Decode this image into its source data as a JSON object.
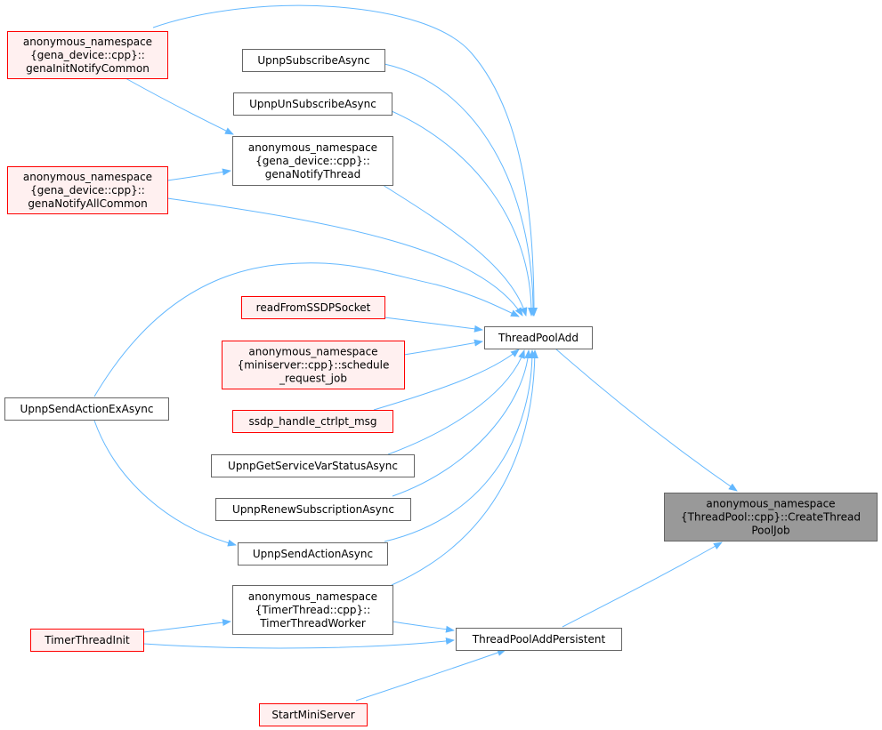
{
  "colors": {
    "edge": "#63b8ff",
    "node_border_normal": "#666666",
    "node_border_truncated": "#ff0000",
    "node_fill_truncated": "#fff0f0",
    "node_fill_target": "#999999",
    "node_fill_normal": "#ffffff"
  },
  "nodes": [
    {
      "id": "gena_init_notify_common",
      "lines": [
        "anonymous_namespace",
        "{gena_device::cpp}::",
        "genaInitNotifyCommon"
      ],
      "style": "truncated"
    },
    {
      "id": "upnp_subscribe_async",
      "lines": [
        "UpnpSubscribeAsync"
      ],
      "style": "normal"
    },
    {
      "id": "upnp_unsubscribe_async",
      "lines": [
        "UpnpUnSubscribeAsync"
      ],
      "style": "normal"
    },
    {
      "id": "gena_notify_thread",
      "lines": [
        "anonymous_namespace",
        "{gena_device::cpp}::",
        "genaNotifyThread"
      ],
      "style": "normal"
    },
    {
      "id": "gena_notify_all_common",
      "lines": [
        "anonymous_namespace",
        "{gena_device::cpp}::",
        "genaNotifyAllCommon"
      ],
      "style": "truncated"
    },
    {
      "id": "read_from_ssdp_socket",
      "lines": [
        "readFromSSDPSocket"
      ],
      "style": "truncated"
    },
    {
      "id": "schedule_request_job",
      "lines": [
        "anonymous_namespace",
        "{miniserver::cpp}::schedule",
        "_request_job"
      ],
      "style": "truncated"
    },
    {
      "id": "thread_pool_add",
      "lines": [
        "ThreadPoolAdd"
      ],
      "style": "normal"
    },
    {
      "id": "upnp_send_action_ex_async",
      "lines": [
        "UpnpSendActionExAsync"
      ],
      "style": "normal"
    },
    {
      "id": "ssdp_handle_ctrlpt_msg",
      "lines": [
        "ssdp_handle_ctrlpt_msg"
      ],
      "style": "truncated"
    },
    {
      "id": "upnp_get_service_var_status_async",
      "lines": [
        "UpnpGetServiceVarStatusAsync"
      ],
      "style": "normal"
    },
    {
      "id": "upnp_renew_subscription_async",
      "lines": [
        "UpnpRenewSubscriptionAsync"
      ],
      "style": "normal"
    },
    {
      "id": "create_thread_pool_job",
      "lines": [
        "anonymous_namespace",
        "{ThreadPool::cpp}::CreateThread",
        "PoolJob"
      ],
      "style": "target"
    },
    {
      "id": "upnp_send_action_async",
      "lines": [
        "UpnpSendActionAsync"
      ],
      "style": "normal"
    },
    {
      "id": "timer_thread_worker",
      "lines": [
        "anonymous_namespace",
        "{TimerThread::cpp}::",
        "TimerThreadWorker"
      ],
      "style": "normal"
    },
    {
      "id": "timer_thread_init",
      "lines": [
        "TimerThreadInit"
      ],
      "style": "truncated"
    },
    {
      "id": "thread_pool_add_persistent",
      "lines": [
        "ThreadPoolAddPersistent"
      ],
      "style": "normal"
    },
    {
      "id": "start_mini_server",
      "lines": [
        "StartMiniServer"
      ],
      "style": "truncated"
    }
  ],
  "edges": [
    {
      "from": "gena_init_notify_common",
      "to": "thread_pool_add"
    },
    {
      "from": "gena_init_notify_common",
      "to": "gena_notify_thread"
    },
    {
      "from": "upnp_subscribe_async",
      "to": "thread_pool_add"
    },
    {
      "from": "upnp_unsubscribe_async",
      "to": "thread_pool_add"
    },
    {
      "from": "gena_notify_thread",
      "to": "thread_pool_add"
    },
    {
      "from": "gena_notify_all_common",
      "to": "gena_notify_thread"
    },
    {
      "from": "gena_notify_all_common",
      "to": "thread_pool_add"
    },
    {
      "from": "upnp_send_action_ex_async",
      "to": "thread_pool_add"
    },
    {
      "from": "upnp_send_action_ex_async",
      "to": "upnp_send_action_async"
    },
    {
      "from": "read_from_ssdp_socket",
      "to": "thread_pool_add"
    },
    {
      "from": "schedule_request_job",
      "to": "thread_pool_add"
    },
    {
      "from": "ssdp_handle_ctrlpt_msg",
      "to": "thread_pool_add"
    },
    {
      "from": "upnp_get_service_var_status_async",
      "to": "thread_pool_add"
    },
    {
      "from": "upnp_renew_subscription_async",
      "to": "thread_pool_add"
    },
    {
      "from": "upnp_send_action_async",
      "to": "thread_pool_add"
    },
    {
      "from": "timer_thread_worker",
      "to": "thread_pool_add"
    },
    {
      "from": "timer_thread_worker",
      "to": "thread_pool_add_persistent"
    },
    {
      "from": "timer_thread_init",
      "to": "timer_thread_worker"
    },
    {
      "from": "timer_thread_init",
      "to": "thread_pool_add_persistent"
    },
    {
      "from": "start_mini_server",
      "to": "thread_pool_add_persistent"
    },
    {
      "from": "thread_pool_add",
      "to": "create_thread_pool_job"
    },
    {
      "from": "thread_pool_add_persistent",
      "to": "create_thread_pool_job"
    }
  ]
}
